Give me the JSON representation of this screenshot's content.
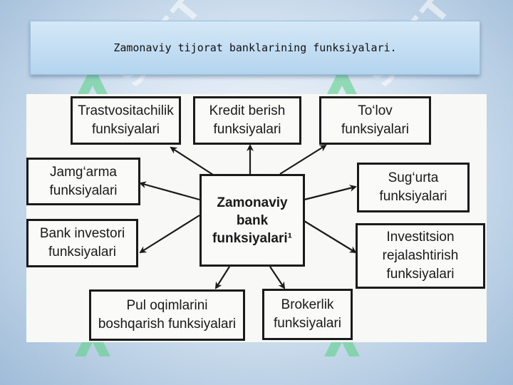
{
  "title": "Zamonaviy tijorat banklarining funksiyalari.",
  "diagram": {
    "center": "Zamonaviy\nbank\nfunksiyalari¹",
    "nodes": {
      "trast": "Trastvositachilik\nfunksiyalari",
      "kredit": "Kredit berish\nfunksiyalari",
      "tolov": "To‘lov\nfunksiyalari",
      "jamgarma": "Jamg‘arma\nfunksiyalari",
      "sugurta": "Sug‘urta\nfunksiyalari",
      "investor": "Bank investori\nfunksiyalari",
      "investitsion": "Investitsion\nrejalashtirish\nfunksiyalari",
      "pul": "Pul oqimlarini\nboshqarish funksiyalari",
      "broker": "Brokerlik\nfunksiyalari"
    }
  },
  "watermark": "SOFT",
  "colors": {
    "watermark_green": "#5fd08a",
    "title_bar": "#c4def2"
  }
}
